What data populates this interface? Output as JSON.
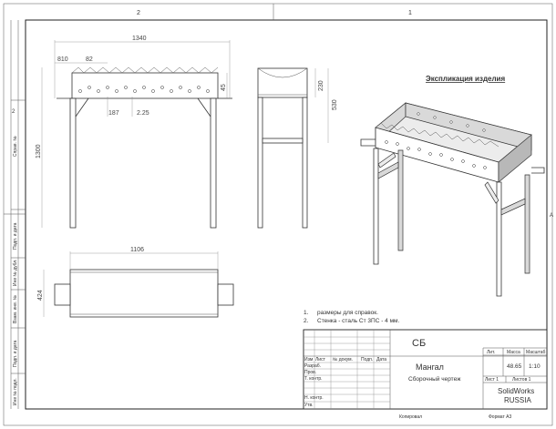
{
  "sheet": {
    "top_zone_1": "2",
    "top_zone_2": "1",
    "side_zone": "A",
    "side_zone_2": "2",
    "bottom_copied": "Копировал",
    "bottom_format": "Формат А3"
  },
  "side_stamps": {
    "inv_orig": "Инв № подл.",
    "sign_date_1": "Подп. и дата",
    "inv_dup": "Взам. инв. №",
    "inv_dubl": "Инв № дубл.",
    "sign_date_2": "Подп. и дата",
    "ref_no": "Справ. №"
  },
  "dimensions": {
    "length": "1340",
    "d_810": "810",
    "d_82": "82",
    "height": "1300",
    "d_45": "45",
    "d_230": "230",
    "d_530": "530",
    "d_187": "187",
    "d_225": "2.25",
    "plan_length": "1106",
    "plan_width": "424"
  },
  "title_3d": "Экспликация изделия",
  "notes": {
    "n1_num": "1.",
    "n1_text": "размеры для справок.",
    "n2_num": "2.",
    "n2_text": "Стенка - сталь Ст 3ПС  - 4 мм."
  },
  "title_block": {
    "doc_code": "СБ",
    "part_name": "Мангал",
    "doc_type": "Сборочный чертеж",
    "lit_label": "Лит.",
    "mass_label": "Масса",
    "scale_label": "Масштаб",
    "mass_value": "48.65",
    "scale_value": "1:10",
    "sheet_label": "Лист 1",
    "sheets_label": "Листов 1",
    "org_line1": "SolidWorks",
    "org_line2": "RUSSIA",
    "col_izm": "Изм",
    "col_list": "Лист",
    "col_doc": "№ докум.",
    "col_sign": "Подп.",
    "col_date": "Дата",
    "row_razrab": "Разраб.",
    "row_prov": "Пров.",
    "row_tkontr": "Т. контр.",
    "row_nkontr": "Н. контр.",
    "row_utv": "Утв."
  }
}
